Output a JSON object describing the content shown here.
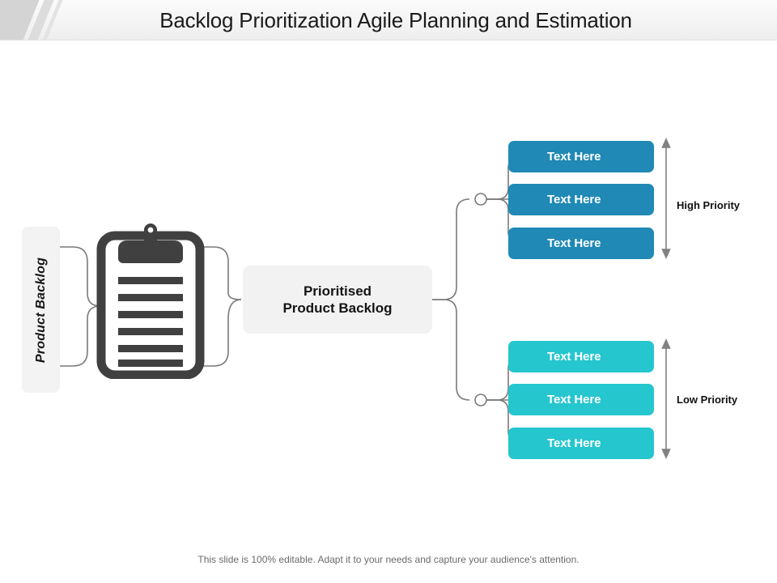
{
  "header": {
    "title": "Backlog Prioritization Agile Planning and Estimation"
  },
  "diagram": {
    "source_label": "Product Backlog",
    "source_icon": "clipboard-icon",
    "center_node": {
      "line1": "Prioritised",
      "line2": "Product Backlog"
    },
    "groups": [
      {
        "id": "high",
        "label": "High Priority",
        "color": "#2089b5",
        "items": [
          {
            "label": "Text Here"
          },
          {
            "label": "Text Here"
          },
          {
            "label": "Text Here"
          }
        ]
      },
      {
        "id": "low",
        "label": "Low Priority",
        "color": "#26c6ce",
        "items": [
          {
            "label": "Text Here"
          },
          {
            "label": "Text Here"
          },
          {
            "label": "Text Here"
          }
        ]
      }
    ]
  },
  "footer": {
    "note": "This slide is 100% editable. Adapt it to your needs and capture your audience's attention."
  },
  "colors": {
    "high_priority": "#2089b5",
    "low_priority": "#26c6ce",
    "icon": "#404040",
    "connector": "#7a7a7a",
    "panel": "#f2f2f2"
  }
}
